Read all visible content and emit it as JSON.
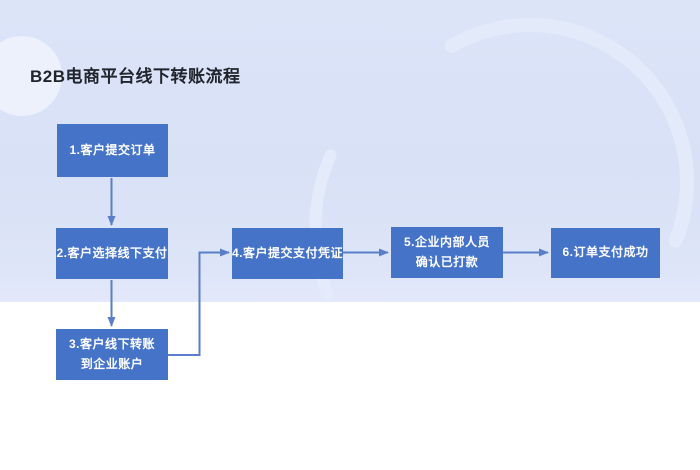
{
  "page": {
    "title": "B2B电商平台线下转账流程"
  },
  "flowchart": {
    "nodes": [
      {
        "id": "1",
        "label": "1.客户提交订单"
      },
      {
        "id": "2",
        "label": "2.客户选择线下支付"
      },
      {
        "id": "3",
        "label": "3.客户线下转账\n到企业账户"
      },
      {
        "id": "4",
        "label": "4.客户提交支付凭证"
      },
      {
        "id": "5",
        "label": "5.企业内部人员\n确认已打款"
      },
      {
        "id": "6",
        "label": "6.订单支付成功"
      }
    ],
    "edges": [
      {
        "from": "1",
        "to": "2"
      },
      {
        "from": "2",
        "to": "3"
      },
      {
        "from": "3",
        "to": "4"
      },
      {
        "from": "4",
        "to": "5"
      },
      {
        "from": "5",
        "to": "6"
      }
    ]
  },
  "colors": {
    "banner_background": "#d9e2f7",
    "lower_background": "#ffffff",
    "node_fill": "#4473c7",
    "node_text": "#ffffff",
    "edge_color": "#5a7ec9",
    "title_color": "#20242c",
    "decor_circle": "#edf1fc",
    "decor_ring": "#e3eafa"
  }
}
